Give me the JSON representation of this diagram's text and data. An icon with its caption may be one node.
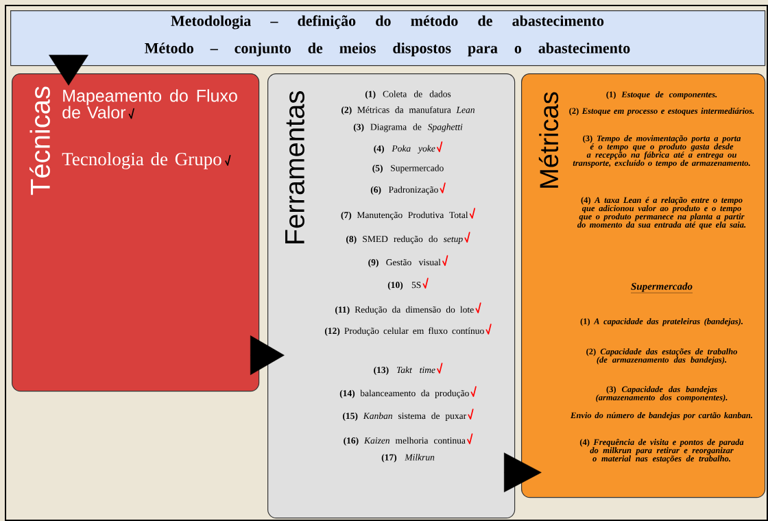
{
  "diagram": {
    "nodes": [
      {
        "text": [
          "Metodologia – definição do método de abastecimento",
          "Método – conjunto de meios dispostos para o abastecimento"
        ]
      },
      {
        "text": [
          "Técnicas",
          "Mapeamento do Fluxo de Valor",
          "Tecnologia de Grupo"
        ]
      },
      {
        "text": [
          "Ferramentas",
          "**(1)** Coleta de dados",
          "**(2)** Métricas da manufatura *Lean*",
          "**(3)** Diagrama de *Spaghetti*",
          "**(4)** *Poka yoke*",
          "**(5)** Supermercado",
          "**(6)** Padronização",
          "**(7)** Manutenção Produtiva Total",
          "**(8)** SMED redução do *setup*",
          "**(9)** Gestão visual",
          "**(10)** 5S",
          "**(11)** Redução da dimensão do lote",
          "**(12)** Produção celular em fluxo contínuo",
          "**(13)** *Takt time*",
          "**(14)** balanceamento da produção",
          "**(15)** *Kanban* sistema de puxar",
          "**(16)** *Kaizen* melhoria continua",
          "**(17)** *Milkrun*"
        ]
      },
      {
        "text": [
          "Métricas",
          "(1) *Estoque de componentes.*",
          "(2) *Estoque em processo e estoques intermediários.*",
          "(3) *Tempo de movimentação porta a porta é o tempo que o produto gasta desde a recepção na fábrica até a entrega ou transporte, excluído o tempo de armazenamento.*",
          "(4) *A taxa Lean é a relação entre o tempo que adicionou valor ao produto e o tempo que o produto permanece na planta a partir do momento da sua entrada até que ela saia.*",
          "Supermercado",
          "(1) *A capacidade das prateleiras (bandejas).*",
          "(2) *Capacidade das estações de trabalho (de armazenamento das bandejas).*",
          "(3) *Capacidade das bandejas (armazenamento dos componentes).*",
          "*Envio do número de bandejas por cartão kanban.*",
          "(4) *Frequência de visita e pontos de parada do milkrun para retirar e reorganizar o material nas estações de trabalho.*"
        ]
      }
    ],
    "edges": [
      {
        "from": 0,
        "to": 1,
        "arrow": "to"
      },
      {
        "from": 1,
        "to": 2,
        "arrow": "to"
      },
      {
        "from": 2,
        "to": 3,
        "arrow": "to"
      }
    ]
  }
}
